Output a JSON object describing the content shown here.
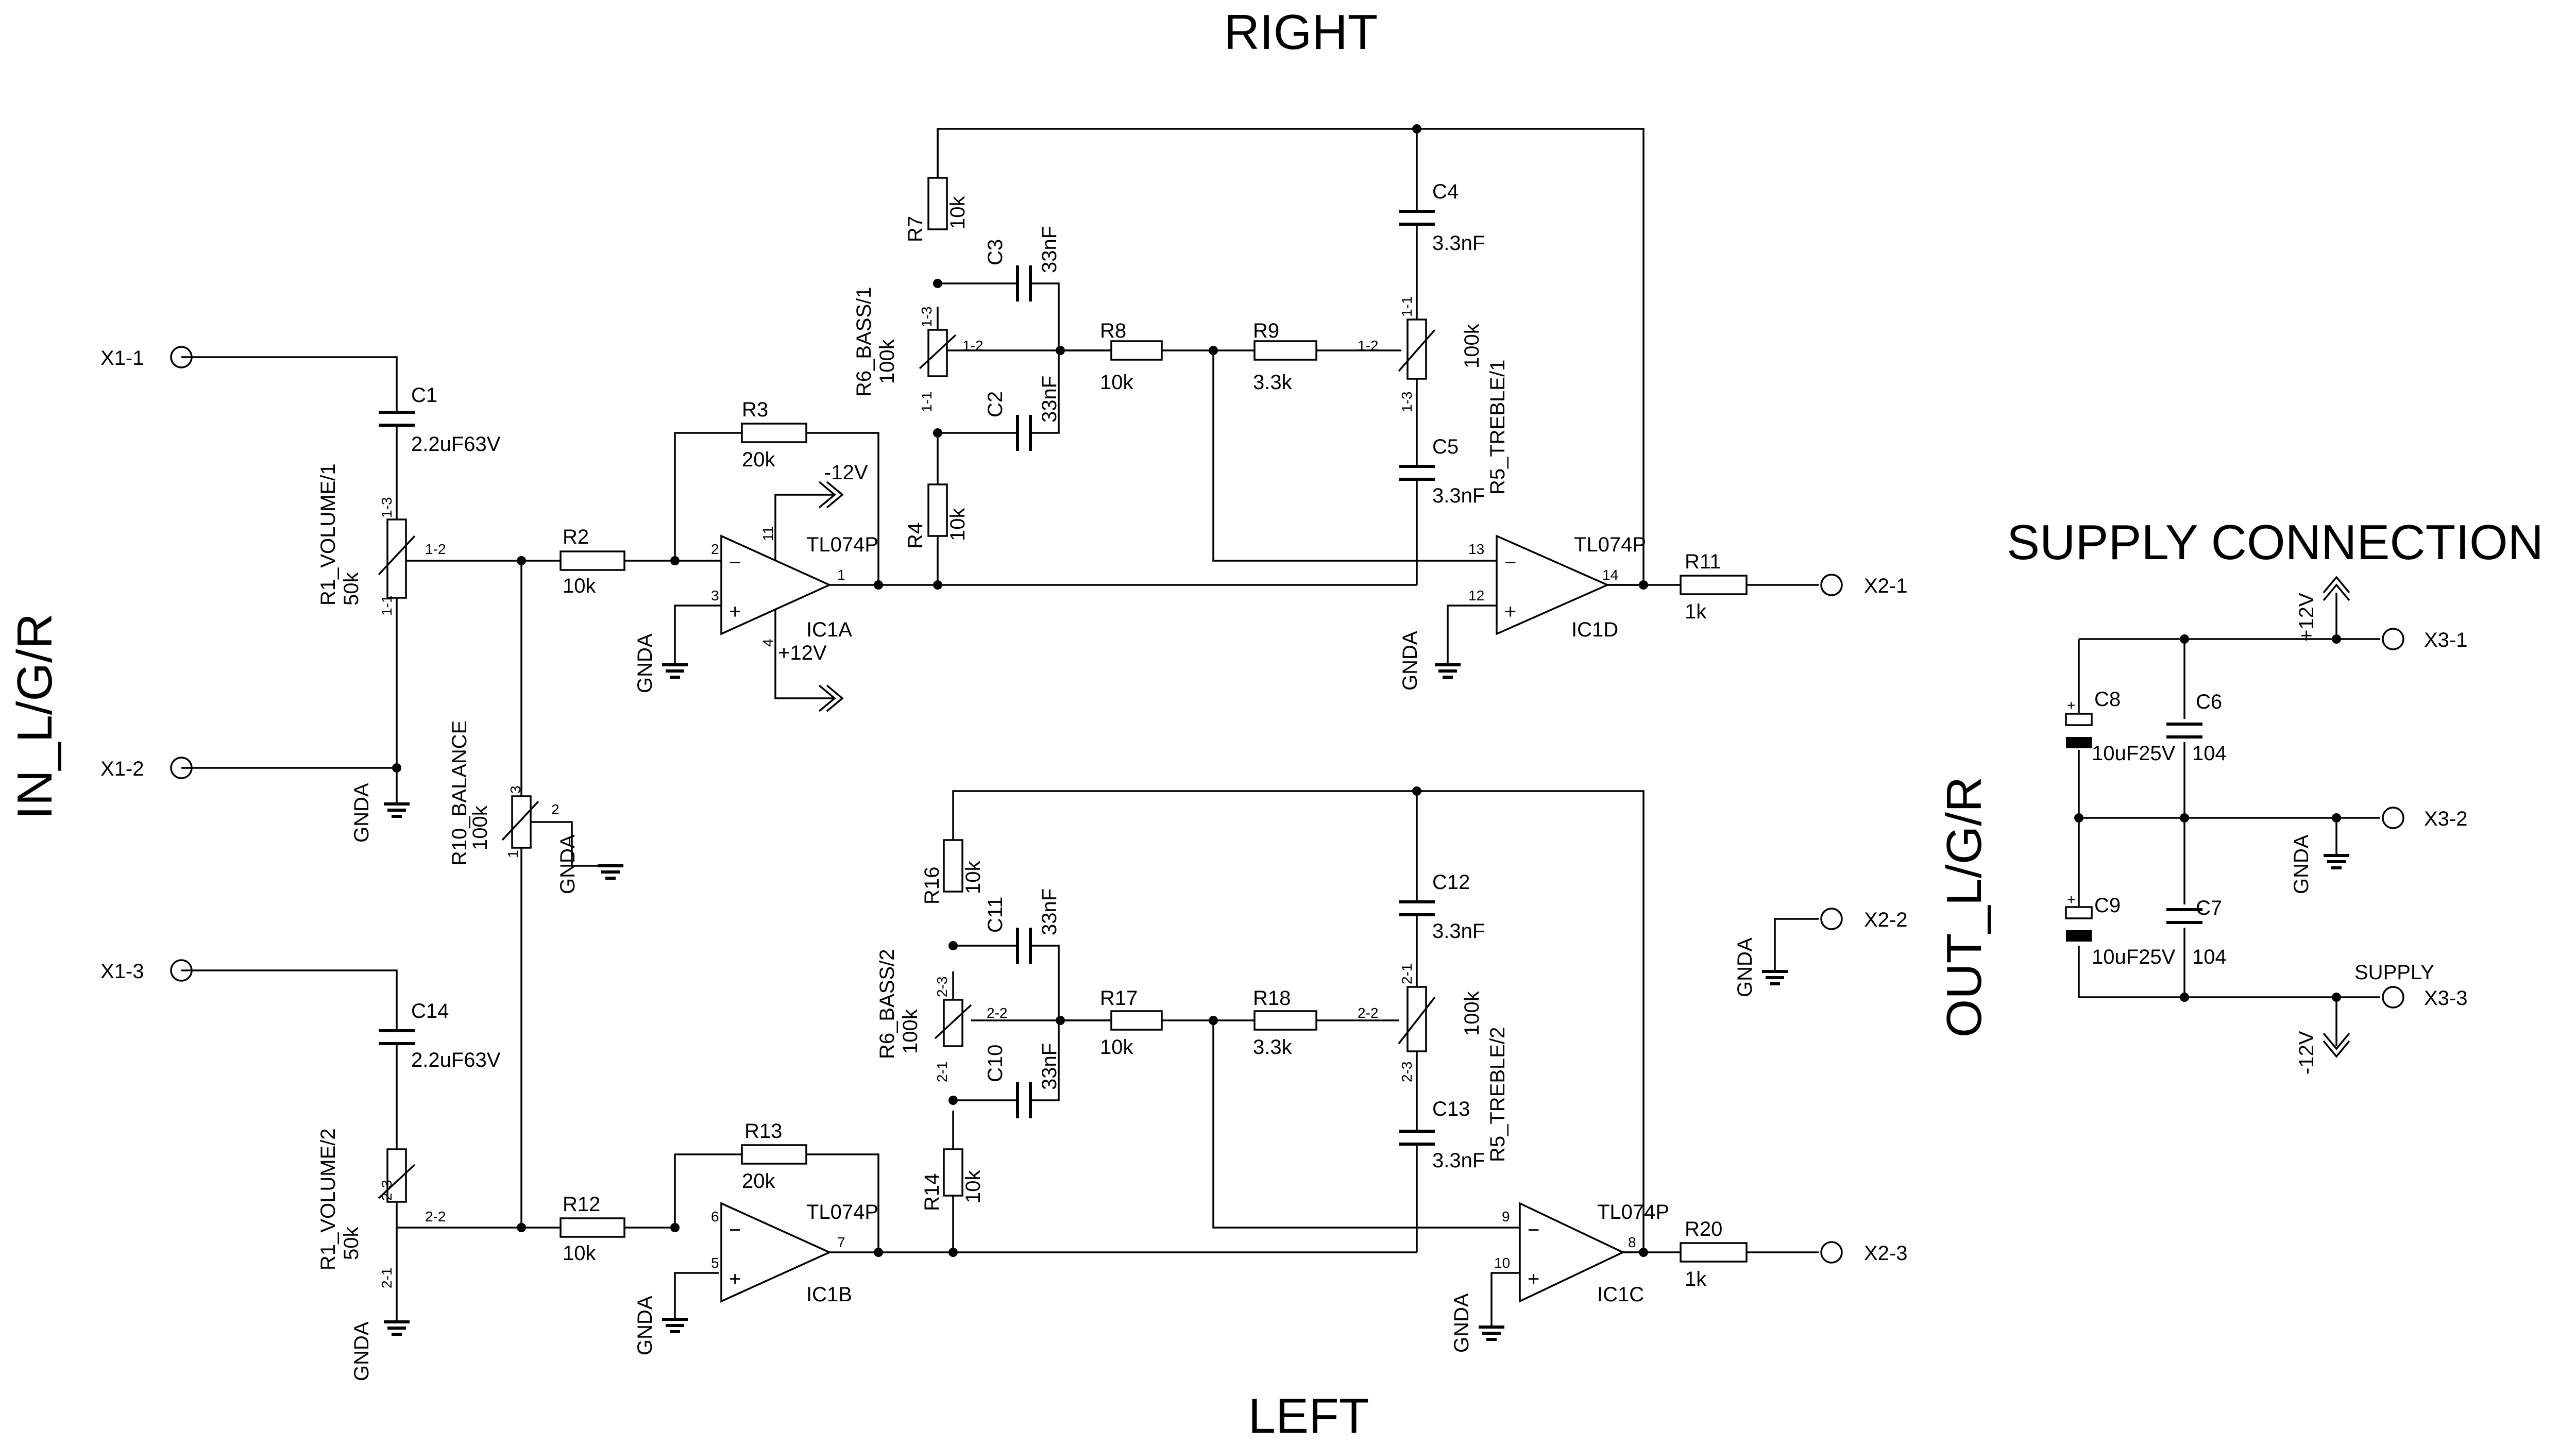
{
  "titles": {
    "right": "RIGHT",
    "left": "LEFT",
    "in": "IN_L/G/R",
    "out": "OUT_L/G/R",
    "supply": "SUPPLY CONNECTION"
  },
  "terminals": {
    "x11": "X1-1",
    "x12": "X1-2",
    "x13": "X1-3",
    "x21": "X2-1",
    "x22": "X2-2",
    "x23": "X2-3",
    "x31": "X3-1",
    "x32": "X3-2",
    "x33": "X3-3"
  },
  "caps": {
    "c1": {
      "name": "C1",
      "value": "2.2uF63V"
    },
    "c14": {
      "name": "C14",
      "value": "2.2uF63V"
    },
    "c3": {
      "name": "C3",
      "value": "33nF"
    },
    "c2": {
      "name": "C2",
      "value": "33nF"
    },
    "c11": {
      "name": "C11",
      "value": "33nF"
    },
    "c10": {
      "name": "C10",
      "value": "33nF"
    },
    "c4": {
      "name": "C4",
      "value": "3.3nF"
    },
    "c5": {
      "name": "C5",
      "value": "3.3nF"
    },
    "c12": {
      "name": "C12",
      "value": "3.3nF"
    },
    "c13": {
      "name": "C13",
      "value": "3.3nF"
    },
    "c8": {
      "name": "C8",
      "value": "10uF25V"
    },
    "c9": {
      "name": "C9",
      "value": "10uF25V"
    },
    "c6": {
      "name": "C6",
      "value": "104"
    },
    "c7": {
      "name": "C7",
      "value": "104"
    }
  },
  "res": {
    "r2": {
      "name": "R2",
      "value": "10k"
    },
    "r3": {
      "name": "R3",
      "value": "20k"
    },
    "r12": {
      "name": "R12",
      "value": "10k"
    },
    "r13": {
      "name": "R13",
      "value": "20k"
    },
    "r7": {
      "name": "R7",
      "value": "10k"
    },
    "r4": {
      "name": "R4",
      "value": "10k"
    },
    "r16": {
      "name": "R16",
      "value": "10k"
    },
    "r14": {
      "name": "R14",
      "value": "10k"
    },
    "r8": {
      "name": "R8",
      "value": "10k"
    },
    "r9": {
      "name": "R9",
      "value": "3.3k"
    },
    "r17": {
      "name": "R17",
      "value": "10k"
    },
    "r18": {
      "name": "R18",
      "value": "3.3k"
    },
    "r11": {
      "name": "R11",
      "value": "1k"
    },
    "r20": {
      "name": "R20",
      "value": "1k"
    }
  },
  "pots": {
    "vol1": {
      "name": "R1_VOLUME/1",
      "value": "50k",
      "p1": "1-1",
      "p2": "1-2",
      "p3": "1-3"
    },
    "vol2": {
      "name": "R1_VOLUME/2",
      "value": "50k",
      "p1": "2-1",
      "p2": "2-2",
      "p3": "2-3"
    },
    "bal": {
      "name": "R10_BALANCE",
      "value": "100k",
      "p1": "1",
      "p2": "2",
      "p3": "3"
    },
    "bass1": {
      "name": "R6_BASS/1",
      "value": "100k",
      "p1": "1-1",
      "p2": "1-2",
      "p3": "1-3"
    },
    "bass2": {
      "name": "R6_BASS/2",
      "value": "100k",
      "p1": "2-1",
      "p2": "2-2",
      "p3": "2-3"
    },
    "treb1": {
      "name": "R5_TREBLE/1",
      "value": "100k",
      "p1": "1-1",
      "p2": "1-2",
      "p3": "1-3"
    },
    "treb2": {
      "name": "R5_TREBLE/2",
      "value": "100k",
      "p1": "2-1",
      "p2": "2-2",
      "p3": "2-3"
    }
  },
  "opamps": {
    "ic1a": {
      "name": "IC1A",
      "type": "TL074P",
      "inv": "2",
      "non": "3",
      "out": "1",
      "vneg": "11",
      "vpos": "4"
    },
    "ic1b": {
      "name": "IC1B",
      "type": "TL074P",
      "inv": "6",
      "non": "5",
      "out": "7"
    },
    "ic1d": {
      "name": "IC1D",
      "type": "TL074P",
      "inv": "13",
      "non": "12",
      "out": "14"
    },
    "ic1c": {
      "name": "IC1C",
      "type": "TL074P",
      "inv": "9",
      "non": "10",
      "out": "8"
    }
  },
  "supply": {
    "vpos": "+12V",
    "vneg": "-12V",
    "gnd": "GNDA",
    "label": "SUPPLY"
  }
}
